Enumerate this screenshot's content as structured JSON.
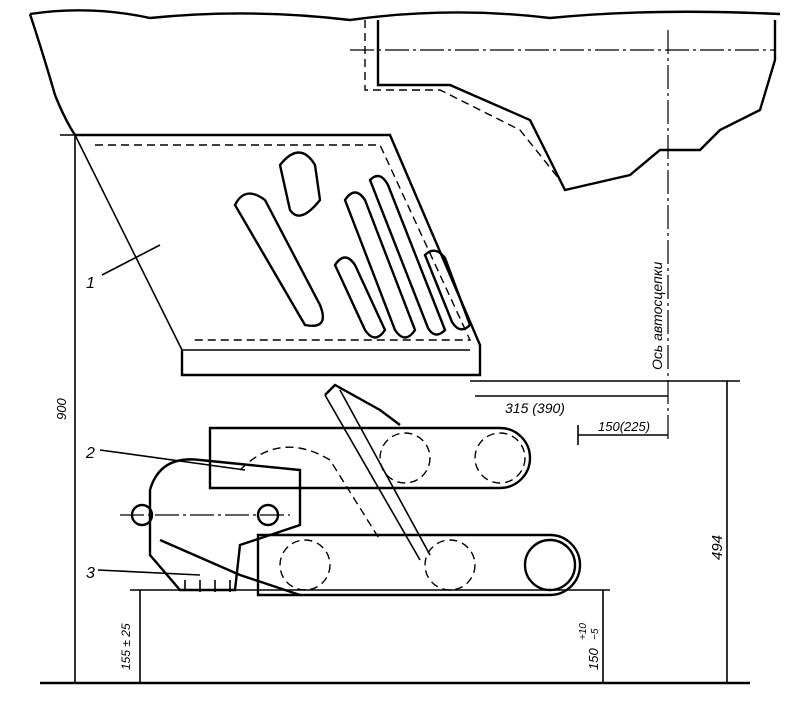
{
  "labels": {
    "part_1": "1",
    "part_2": "2",
    "part_3": "3",
    "axis_label": "Ось автосцепки"
  },
  "dimensions": {
    "height_total": "900",
    "horizontal_1": "315 (390)",
    "horizontal_2": "150(225)",
    "height_coupler": "494",
    "ground_clearance": "155 ± 25",
    "bottom_height": "150",
    "bottom_height_tol_upper": "+10",
    "bottom_height_tol_lower": "−5"
  }
}
